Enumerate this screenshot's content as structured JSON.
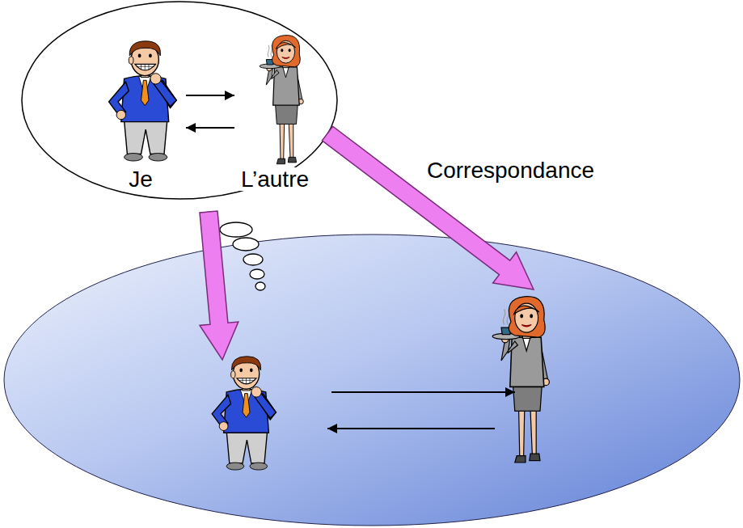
{
  "diagram": {
    "nodes": [
      {
        "text": [
          "Je"
        ]
      },
      {
        "text": [
          "L’autre"
        ]
      }
    ],
    "edges": [
      {
        "from": 0,
        "to": 1,
        "arrow": "to"
      },
      {
        "from": 1,
        "to": 0,
        "arrow": "to"
      }
    ],
    "labels": [
      "Correspondance"
    ]
  }
}
